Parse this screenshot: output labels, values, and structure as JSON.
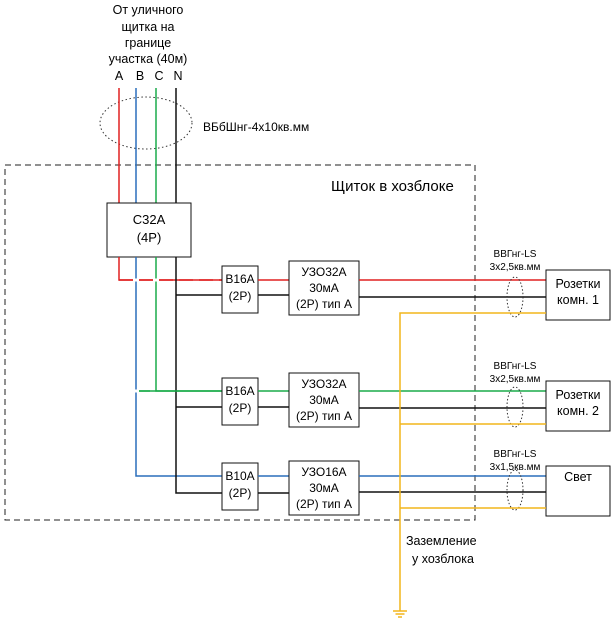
{
  "source_label": [
    "От уличного",
    "щитка на",
    "границе",
    "участка  (40м)"
  ],
  "phases": [
    {
      "label": "A",
      "color": "#e02020"
    },
    {
      "label": "B",
      "color": "#2a6ebc"
    },
    {
      "label": "C",
      "color": "#1aab4a"
    },
    {
      "label": "N",
      "color": "#111111"
    }
  ],
  "input_cable": "ВБбШнг-4х10кв.мм",
  "panel_title": "Щиток в хозблоке",
  "main_breaker": {
    "line1": "С32А",
    "line2": "(4Р)"
  },
  "branches": [
    {
      "breaker": [
        "В16А",
        "(2Р)"
      ],
      "rcd": [
        "УЗО32А",
        "30мА",
        "(2Р) тип А"
      ],
      "cable": [
        "ВВГнг-LS",
        "3х2,5кв.мм"
      ],
      "load": [
        "Розетки",
        "комн. 1"
      ]
    },
    {
      "breaker": [
        "В16А",
        "(2Р)"
      ],
      "rcd": [
        "УЗО32А",
        "30мА",
        "(2Р) тип А"
      ],
      "cable": [
        "ВВГнг-LS",
        "3х2,5кв.мм"
      ],
      "load": [
        "Розетки",
        "комн. 2"
      ]
    },
    {
      "breaker": [
        "В10А",
        "(2Р)"
      ],
      "rcd": [
        "УЗО16А",
        "30мА",
        "(2Р) тип А"
      ],
      "cable": [
        "ВВГнг-LS",
        "3х1,5кв.мм"
      ],
      "load": [
        "Свет"
      ]
    }
  ],
  "ground_label": [
    "Заземление",
    "у хозблока"
  ],
  "colors": {
    "phase_a": "#e02020",
    "phase_b": "#2a6ebc",
    "phase_c": "#1aab4a",
    "neutral": "#111111",
    "ground": "#f2b61c"
  }
}
